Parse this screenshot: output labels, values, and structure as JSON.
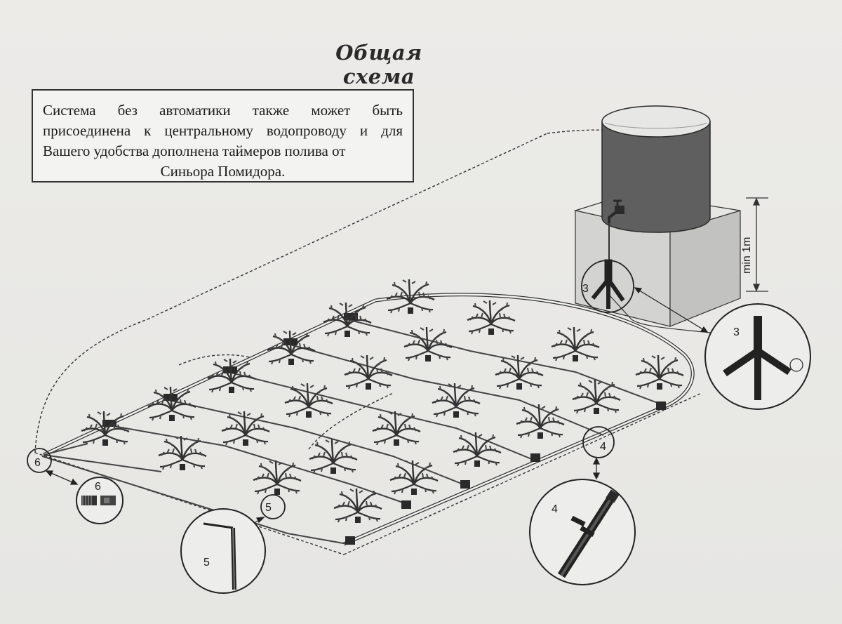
{
  "title": "Общая схема",
  "note": {
    "text": "Система без автоматики также может быть присоединена к центральному водопроводу и для Вашего удобства дополнена таймеров полива от",
    "last_line": "Синьора Помидора."
  },
  "height_label": "min 1m",
  "callouts": {
    "c3_small": "3",
    "c3_big": "3",
    "c4_small": "4",
    "c4_big": "4",
    "c5_small": "5",
    "c5_big": "5",
    "c6_small": "6",
    "c6_big": "6"
  },
  "components": [
    {
      "id": "3",
      "icon": "tee-connector-icon"
    },
    {
      "id": "4",
      "icon": "pipe-connector-icon"
    },
    {
      "id": "5",
      "icon": "drip-stake-icon"
    },
    {
      "id": "6",
      "icon": "end-plug-icon"
    }
  ],
  "colors": {
    "line": "#2b2b2b",
    "tank": "#5e5e5e",
    "stand": "#d7d7d5",
    "paper": "#e9e9e7"
  }
}
